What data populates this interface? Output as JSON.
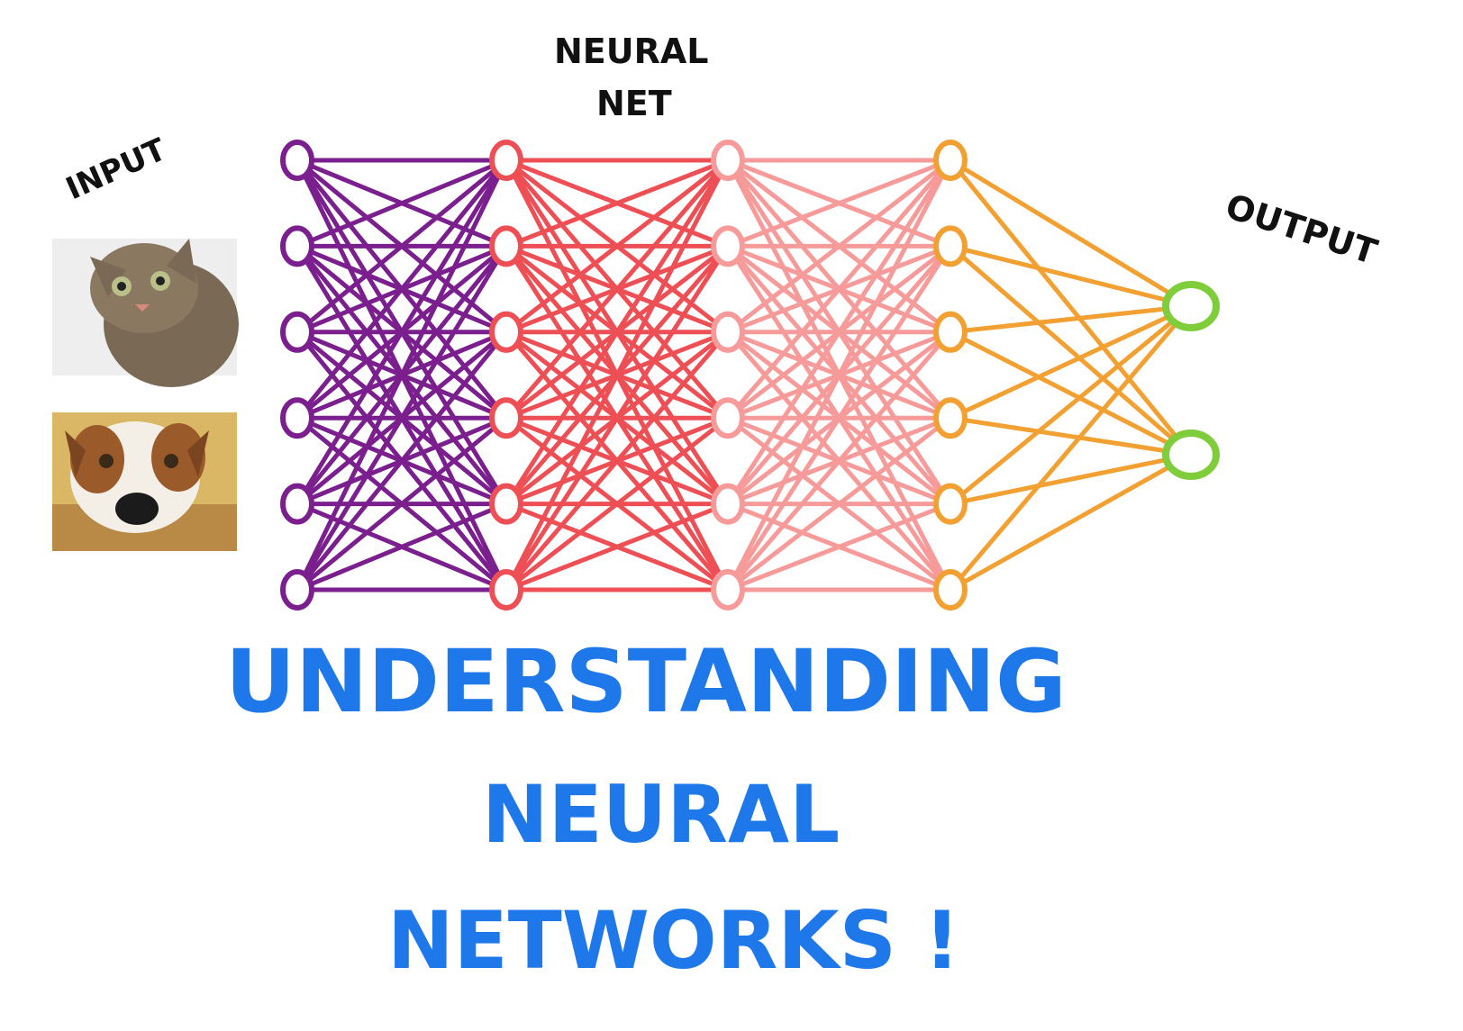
{
  "labels": {
    "input": "INPUT",
    "neural_net_line1": "NEURAL",
    "neural_net_line2": "NET",
    "output": "OUTPUT"
  },
  "title": {
    "line1": "UNDERSTANDING",
    "line2": "NEURAL",
    "line3": "NETWORKS !"
  },
  "input_images": [
    {
      "icon": "cat-photo-icon"
    },
    {
      "icon": "dog-photo-icon"
    }
  ],
  "network": {
    "layer_sizes": [
      6,
      6,
      6,
      6,
      2
    ],
    "layer_colors": [
      "#7b1f8e",
      "#ee4f55",
      "#f79a9a",
      "#f2a031",
      "#7fcd3b"
    ],
    "title_color": "#1e78ea",
    "text_color": "#111111"
  }
}
